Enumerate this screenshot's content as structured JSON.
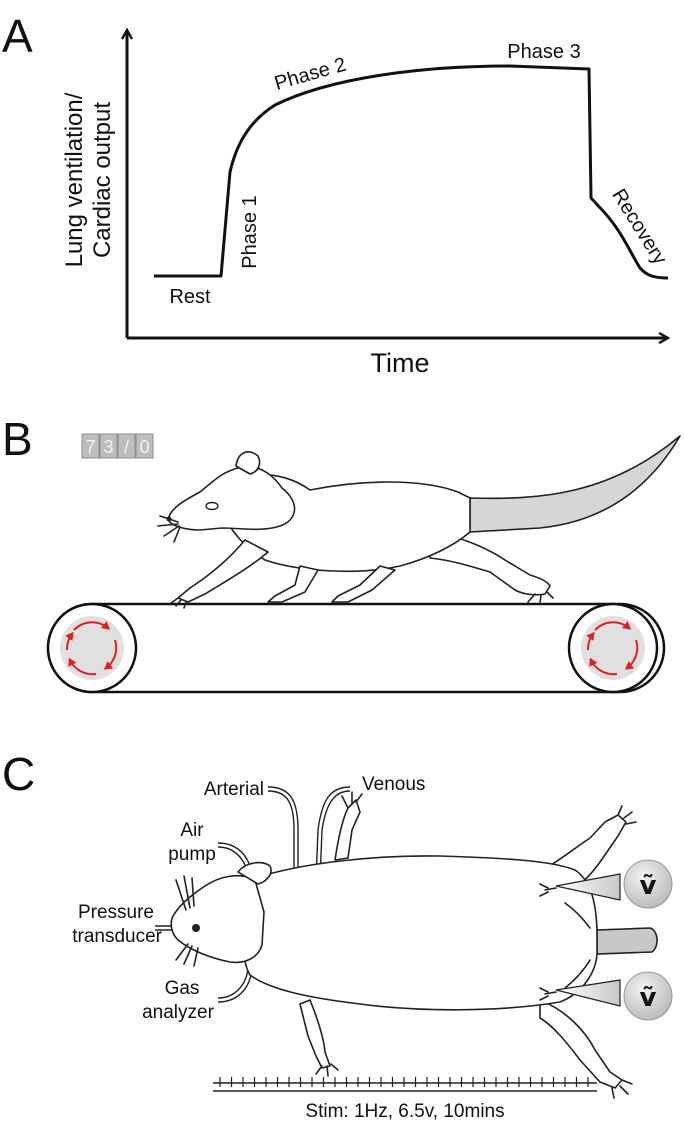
{
  "panels": {
    "a": "A",
    "b": "B",
    "c": "C"
  },
  "panel_a": {
    "ylabel_line1": "Lung ventilation/",
    "ylabel_line2": "Cardiac output",
    "xlabel": "Time",
    "phases": {
      "rest": "Rest",
      "phase1": "Phase 1",
      "phase2": "Phase 2",
      "phase3": "Phase 3",
      "recovery": "Recovery"
    }
  },
  "panel_b": {
    "counter_digits": [
      "7",
      "3",
      "/",
      "0"
    ],
    "arrow_color": "#e02020",
    "roller_fill": "#e0e0e0"
  },
  "panel_c": {
    "arterial": "Arterial",
    "venous": "Venous",
    "air_line1": "Air",
    "air_line2": "pump",
    "pressure_line1": "Pressure",
    "pressure_line2": "transducer",
    "gas_line1": "Gas",
    "gas_line2": "analyzer",
    "electrode_symbol": "ṽ",
    "stim": "Stim: 1Hz, 6.5v, 10mins"
  }
}
